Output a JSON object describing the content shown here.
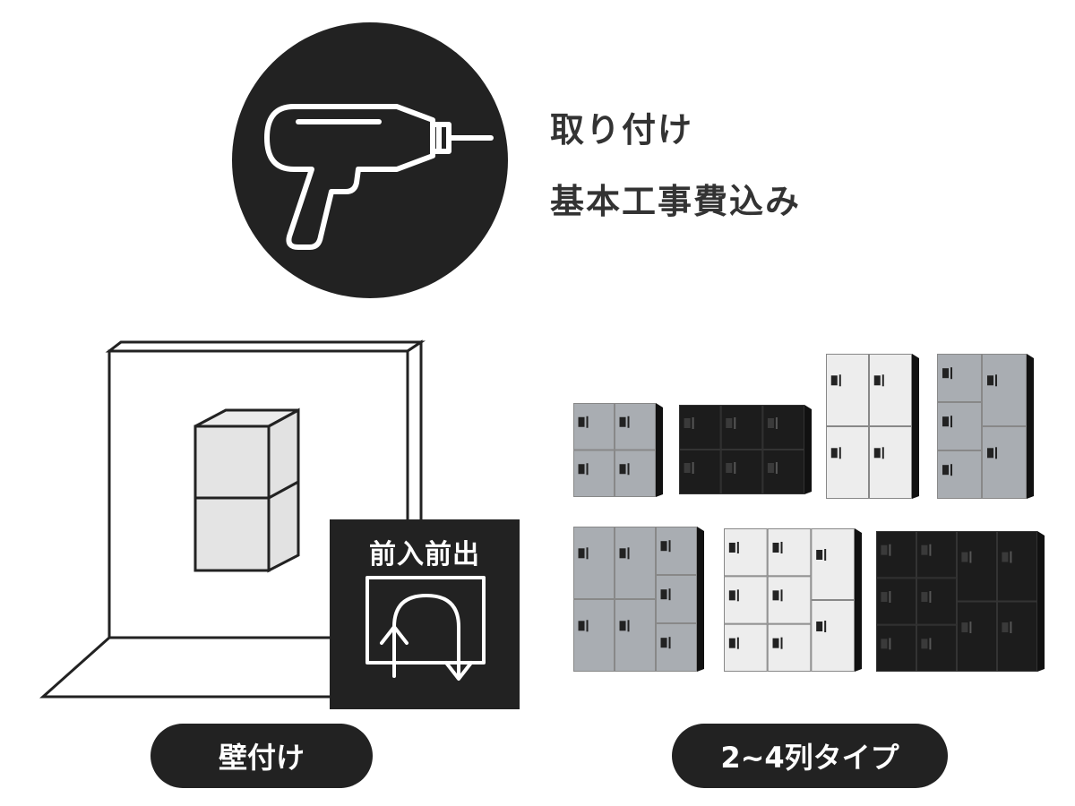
{
  "headline": {
    "line1": "取り付け",
    "line2": "基本工事費込み"
  },
  "badge": {
    "label": "前入前出"
  },
  "labels": {
    "wall_mount": "壁付け",
    "column_types": "2~4列タイプ"
  },
  "icons": {
    "feature": "drill-icon",
    "badge": "front-in-front-out-icon"
  },
  "colors": {
    "dark": "#222222",
    "text": "#333333",
    "silver": "#a9adb2",
    "white_locker": "#ededed",
    "black_locker": "#1c1c1c"
  }
}
